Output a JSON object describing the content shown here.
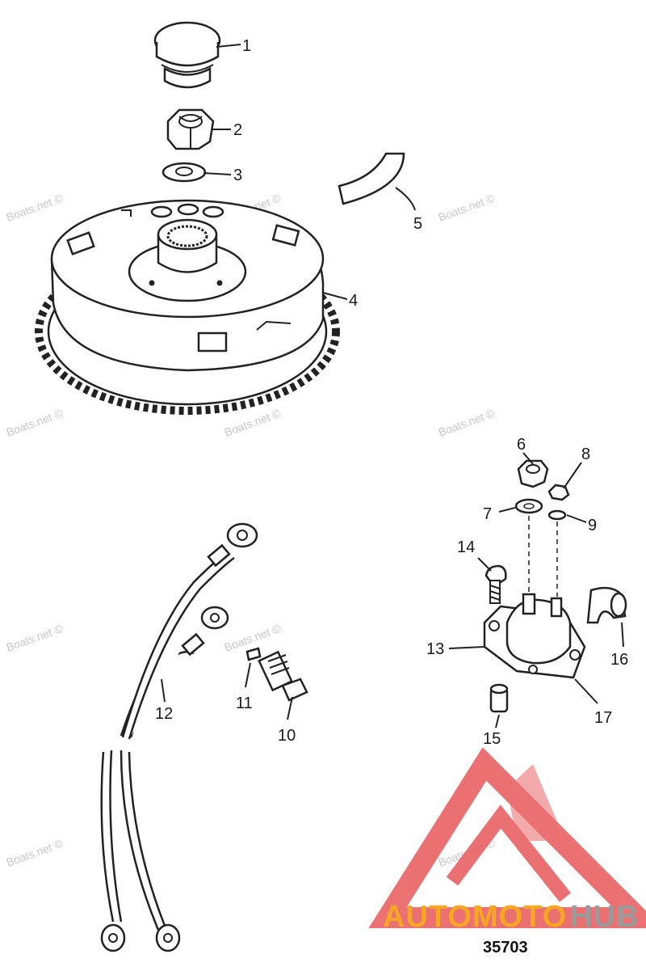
{
  "callouts": {
    "c1": "1",
    "c2": "2",
    "c3": "3",
    "c4": "4",
    "c5": "5",
    "c6": "6",
    "c7": "7",
    "c8": "8",
    "c9": "9",
    "c10": "10",
    "c11": "11",
    "c12": "12",
    "c13": "13",
    "c14": "14",
    "c15": "15",
    "c16": "16",
    "c17": "17"
  },
  "watermark": "Boats.net ©",
  "logo": {
    "part1": "AUTOMOTO",
    "part2": "HUB"
  },
  "figure_number": "35703",
  "colors": {
    "logo_orange": "#f5a623",
    "logo_gray": "#9a9a9a",
    "logo_triangle": "#e8585a",
    "watermark": "#c8c8c8"
  }
}
